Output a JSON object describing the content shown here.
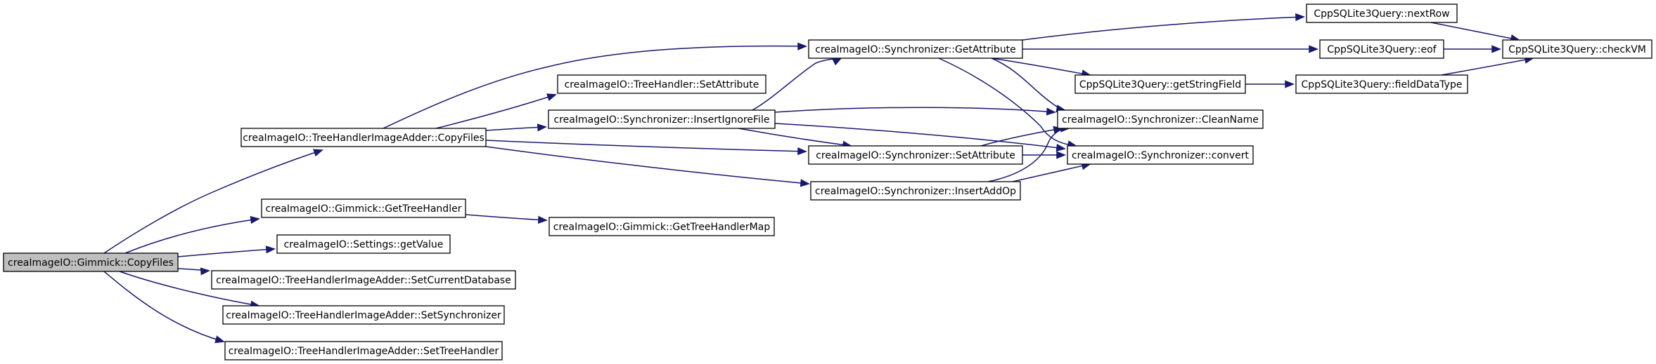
{
  "colors": {
    "edge": "#191970",
    "root_fill": "#bfbfbf",
    "node_fill": "#ffffff",
    "node_border": "#000000"
  },
  "nodes": {
    "root": "creaImageIO::Gimmick::CopyFiles",
    "copyfiles": "creaImageIO::TreeHandlerImageAdder::CopyFiles",
    "gettreehandler": "creaImageIO::Gimmick::GetTreeHandler",
    "getvalue": "creaImageIO::Settings::getValue",
    "setcurrentdb": "creaImageIO::TreeHandlerImageAdder::SetCurrentDatabase",
    "setsynchronizer": "creaImageIO::TreeHandlerImageAdder::SetSynchronizer",
    "settreehandler": "creaImageIO::TreeHandlerImageAdder::SetTreeHandler",
    "th_setattribute": "creaImageIO::TreeHandler::SetAttribute",
    "insertignorefile": "creaImageIO::Synchronizer::InsertIgnoreFile",
    "gettreehandlermap": "creaImageIO::Gimmick::GetTreeHandlerMap",
    "getattribute": "creaImageIO::Synchronizer::GetAttribute",
    "sync_setattribute": "creaImageIO::Synchronizer::SetAttribute",
    "insertaddop": "creaImageIO::Synchronizer::InsertAddOp",
    "getstringfield": "CppSQLite3Query::getStringField",
    "cleanname": "creaImageIO::Synchronizer::CleanName",
    "convert": "creaImageIO::Synchronizer::convert",
    "nextrow": "CppSQLite3Query::nextRow",
    "eof": "CppSQLite3Query::eof",
    "fielddatatype": "CppSQLite3Query::fieldDataType",
    "checkvm": "CppSQLite3Query::checkVM"
  }
}
